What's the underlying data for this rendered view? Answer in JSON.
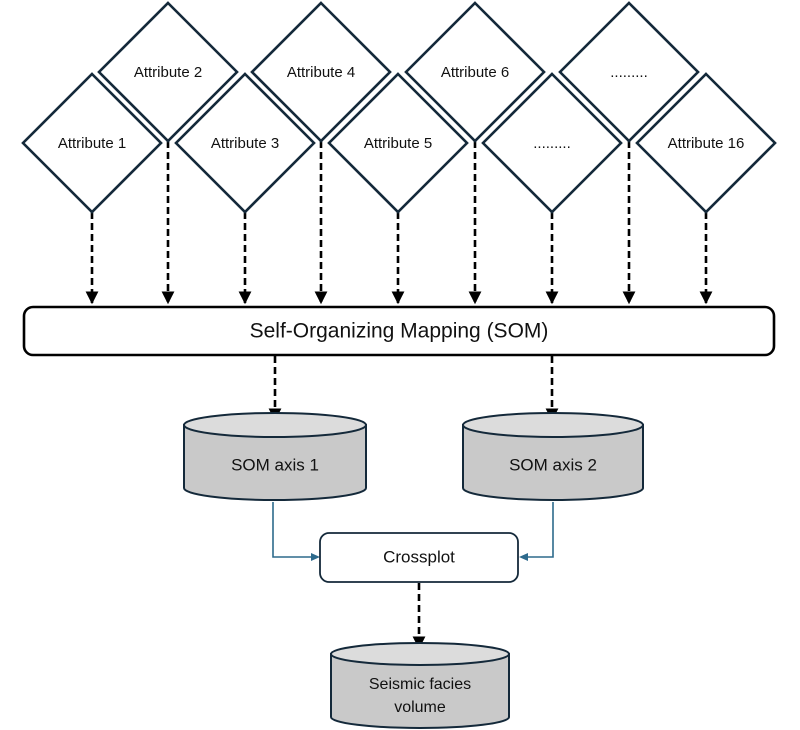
{
  "diagram": {
    "attributes_lower_row": [
      "Attribute 1",
      "Attribute 3",
      "Attribute 5",
      ".........",
      "Attribute 16"
    ],
    "attributes_upper_row": [
      "Attribute 2",
      "Attribute 4",
      "Attribute 6",
      "........."
    ],
    "som_box": {
      "label": "Self-Organizing Mapping (SOM)"
    },
    "outputs": [
      {
        "label": "SOM axis 1"
      },
      {
        "label": "SOM axis 2"
      }
    ],
    "crossplot": {
      "label": "Crossplot"
    },
    "final_output": {
      "label_line1": "Seismic facies",
      "label_line2": "volume"
    },
    "colors": {
      "outline": "#14293a",
      "cylinder_fill": "#c9c9c9",
      "connector_blue": "#2d6a8c"
    }
  }
}
